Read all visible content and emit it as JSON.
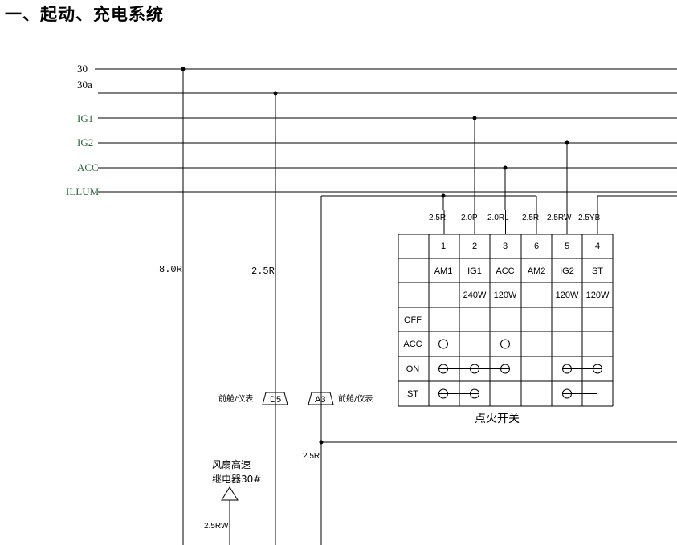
{
  "title": "一、起动、充电系统",
  "buses": [
    {
      "label": "30",
      "color": "black"
    },
    {
      "label": "30a",
      "color": "black"
    },
    {
      "label": "IG1",
      "color": "green"
    },
    {
      "label": "IG2",
      "color": "green"
    },
    {
      "label": "ACC",
      "color": "green"
    },
    {
      "label": "ILLUM",
      "color": "green"
    }
  ],
  "trunk_wires": [
    "8.0R",
    "2.5R"
  ],
  "switch": {
    "caption": "点火开关",
    "wire_colors": [
      "2.5R",
      "2.0P",
      "2.0RL",
      "2.5R",
      "2.5RW",
      "2.5YB"
    ],
    "pins": [
      "1",
      "2",
      "3",
      "6",
      "5",
      "4"
    ],
    "terminals": [
      "AM1",
      "IG1",
      "ACC",
      "AM2",
      "IG2",
      "ST"
    ],
    "ratings": [
      "",
      "240W",
      "120W",
      "",
      "120W",
      "120W"
    ],
    "positions": [
      "OFF",
      "ACC",
      "ON",
      "ST"
    ],
    "connections": {
      "OFF": [],
      "ACC": [
        [
          0,
          2
        ]
      ],
      "ON": [
        [
          0,
          2
        ],
        [
          4,
          5
        ]
      ],
      "ST": [
        [
          0,
          1
        ],
        [
          4,
          6
        ]
      ]
    }
  },
  "connectors": [
    {
      "id": "D5",
      "label": "前舱/仪表"
    },
    {
      "id": "A3",
      "label": "前舱/仪表"
    }
  ],
  "branch_wire": "2.5R",
  "relay": {
    "line1": "风扇高速",
    "line2": "继电器30#",
    "wire": "2.5RW"
  },
  "colors": {
    "line": "#000000",
    "bus_label_green": "#2e6b3a"
  }
}
